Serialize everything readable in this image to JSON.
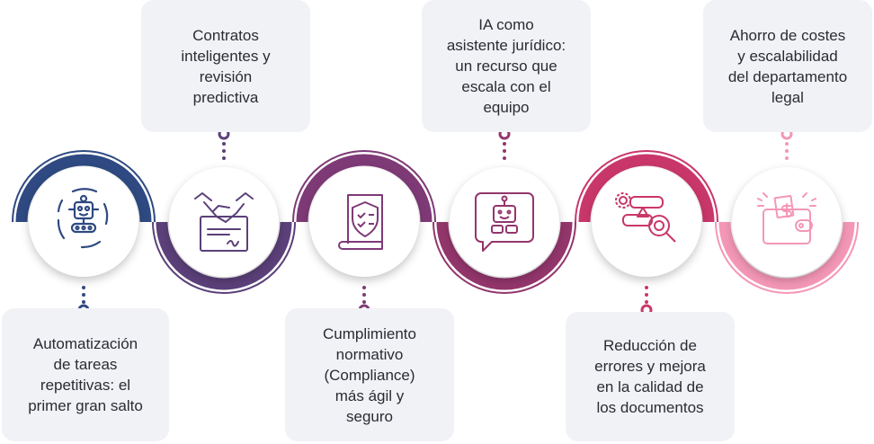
{
  "steps": [
    {
      "lines": [
        "Automatización",
        "de tareas",
        "repetitivas: el",
        "primer gran salto"
      ],
      "icon": "robot-cycle-icon",
      "color": "#2f4a82",
      "position": "bottom"
    },
    {
      "lines": [
        "Contratos",
        "inteligentes y",
        "revisión",
        "predictiva"
      ],
      "icon": "handshake-contract-icon",
      "color": "#5b4079",
      "position": "top"
    },
    {
      "lines": [
        "Cumplimiento",
        "normativo",
        "(Compliance)",
        "más ágil y",
        "seguro"
      ],
      "icon": "shield-document-icon",
      "color": "#7e3a76",
      "position": "bottom"
    },
    {
      "lines": [
        "IA como",
        "asistente jurídico:",
        "un recurso que",
        "escala con el",
        "equipo"
      ],
      "icon": "chatbot-icon",
      "color": "#93366c",
      "position": "top"
    },
    {
      "lines": [
        "Reducción de",
        "errores y mejora",
        "en la calidad de",
        "los documentos"
      ],
      "icon": "error-search-icon",
      "color": "#c9376a",
      "position": "bottom"
    },
    {
      "lines": [
        "Ahorro de costes",
        "y escalabilidad",
        "del departamento",
        "legal"
      ],
      "icon": "wallet-money-icon",
      "color": "#f497b7",
      "position": "top"
    }
  ]
}
